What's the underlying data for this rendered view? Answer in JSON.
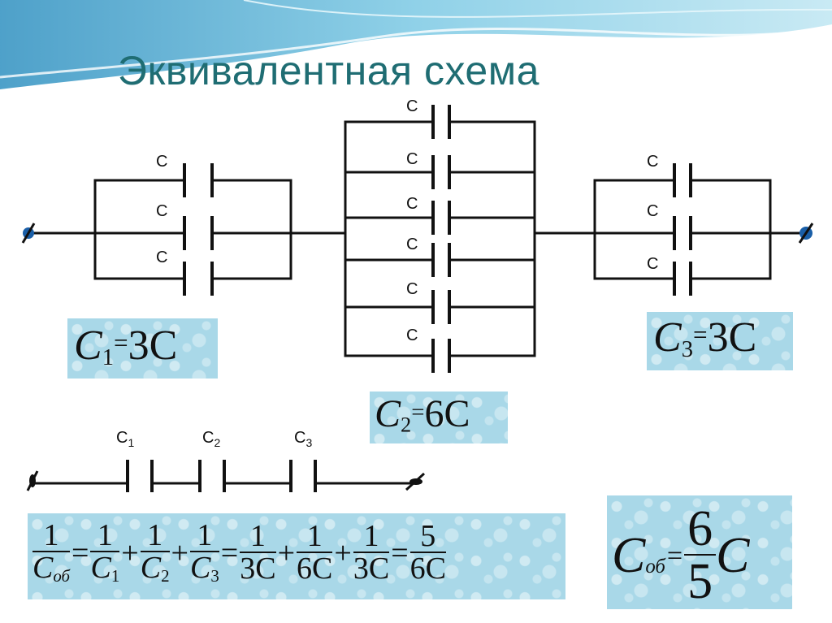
{
  "title": "Эквивалентная схема",
  "capacitor_label": "C",
  "group1": {
    "labels": [
      "C",
      "C",
      "C"
    ],
    "result": {
      "sym": "C",
      "sub": "1",
      "eq": "=",
      "value": "3C"
    }
  },
  "group2": {
    "labels": [
      "C",
      "C",
      "C",
      "C",
      "C",
      "C"
    ],
    "result": {
      "sym": "C",
      "sub": "2",
      "eq": "=",
      "value": "6C"
    }
  },
  "group3": {
    "labels": [
      "C",
      "C",
      "C"
    ],
    "result": {
      "sym": "C",
      "sub": "3",
      "eq": "=",
      "value": "3C"
    }
  },
  "series": {
    "labels": [
      {
        "sym": "C",
        "sub": "1"
      },
      {
        "sym": "C",
        "sub": "2"
      },
      {
        "sym": "C",
        "sub": "3"
      }
    ]
  },
  "formula": {
    "one": "1",
    "c_ob": "C",
    "ob": "об",
    "c1": "C",
    "s1": "1",
    "c2": "C",
    "s2": "2",
    "c3": "C",
    "s3": "3",
    "d1": "3C",
    "d2": "6C",
    "d3": "3C",
    "eq": "=",
    "plus": "+",
    "result_num": "5",
    "result_den": "6C"
  },
  "total": {
    "sym": "C",
    "sub": "об",
    "eq": "=",
    "num": "6",
    "den": "5",
    "tail": "C"
  },
  "colors": {
    "title": "#1f6d73",
    "box": "#a9d8e8",
    "wave": "#5fb6d6",
    "terminal": "#1a5fa8"
  }
}
